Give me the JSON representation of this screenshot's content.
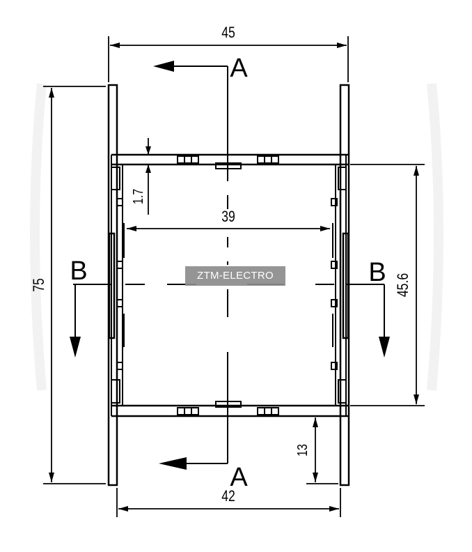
{
  "dimensions": {
    "overall_width": "45",
    "inner_width": "39",
    "bottom_width": "42",
    "overall_height": "75",
    "window_height": "45.6",
    "rib_thickness": "1.7",
    "bottom_offset": "13"
  },
  "section_labels": {
    "section_a": "A",
    "section_b": "B"
  },
  "watermark": "ZTM-ELECTRO"
}
